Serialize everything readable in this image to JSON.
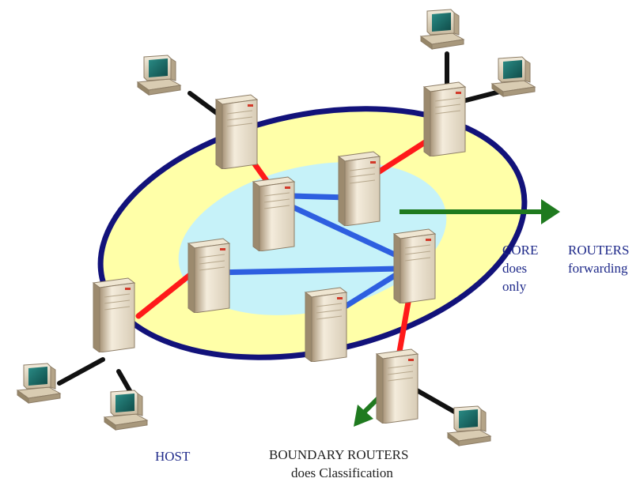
{
  "colors": {
    "outer_ring_fill": "#ffffa8",
    "outer_ring_stroke": "#12127a",
    "inner_core_fill": "#c6f2f9",
    "core_link": "#2e5fe0",
    "edge_link": "#ff1a1a",
    "host_link": "#111111",
    "arrow": "#1f7a1f",
    "label_blue": "#1f2a8a"
  },
  "labels": {
    "core_line1_word1": "CORE",
    "core_line1_word2": "ROUTERS",
    "core_line2_word1": "does",
    "core_line2_word2": "forwarding",
    "core_line3": "only",
    "host": "HOST",
    "boundary_line1": "BOUNDARY ROUTERS",
    "boundary_line2": "does Classification"
  },
  "icons": {
    "router": "server-tower-icon",
    "host": "desktop-computer-icon"
  }
}
